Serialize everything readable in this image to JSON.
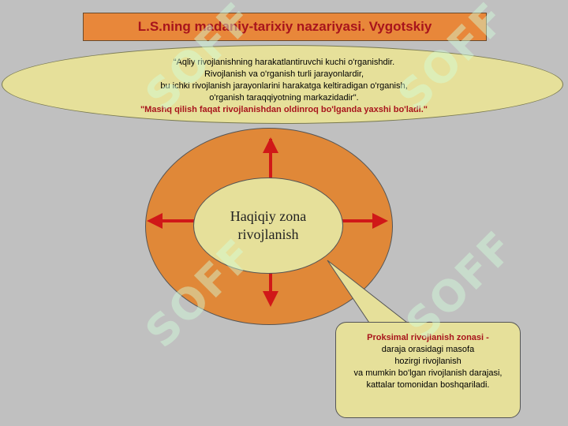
{
  "title": "L.S.ning madaniy-tarixiy nazariyasi. Vygotskiy",
  "quote": {
    "lines": [
      "“Aqliy rivojlanishning harakatlantiruvchi kuchi o'rganishdir.",
      "Rivojlanish va o'rganish turli jarayonlardir,",
      "bu ichki rivojlanish jarayonlarini harakatga keltiradigan o'rganish,",
      "o'rganish taraqqiyotning markazidadir\"."
    ],
    "emphasis": "\"Mashq qilish faqat rivojlanishdan oldinroq bo'lganda yaxshi bo'ladi.\""
  },
  "center": {
    "line1": "Haqiqiy zona",
    "line2": "rivojlanish"
  },
  "callout": {
    "term": "Proksimal rivojlanish zonasi -",
    "lines": [
      "daraja orasidagi masofa",
      "hozirgi rivojlanish",
      "va mumkin bo'lgan rivojlanish darajasi,",
      "kattalar tomonidan boshqariladi."
    ]
  },
  "watermark": "SOFF",
  "colors": {
    "background": "#c0c0c0",
    "orange": "#e08838",
    "cream": "#e6e09a",
    "red": "#a8141c",
    "arrow": "#d01818"
  }
}
